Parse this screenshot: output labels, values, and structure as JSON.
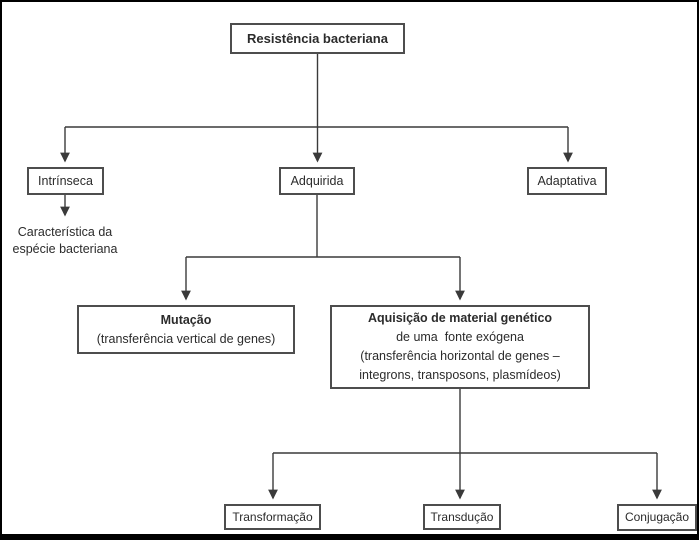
{
  "nodes": {
    "root": {
      "label": "Resistência bacteriana"
    },
    "intrinseca": {
      "label": "Intrínseca"
    },
    "adquirida": {
      "label": "Adquirida"
    },
    "adaptativa": {
      "label": "Adaptativa"
    },
    "intrinseca_note": {
      "line1": "Característica da",
      "line2": "espécie bacteriana"
    },
    "mutacao": {
      "title": "Mutação",
      "line2": "(transferência vertical de genes)"
    },
    "aquisicao": {
      "title": "Aquisição de material genético",
      "line2": "de uma  fonte exógena",
      "line3": "(transferência horizontal de genes –",
      "line4": "integrons, transposons, plasmídeos)"
    },
    "transformacao": {
      "label": "Transformação"
    },
    "transducao": {
      "label": "Transdução"
    },
    "conjugacao": {
      "label": "Conjugação"
    }
  },
  "colors": {
    "background": "#ffffff",
    "frame": "#000000",
    "box_border": "#4d4d4d",
    "line": "#3a3a3a",
    "text": "#2b2b2b"
  }
}
